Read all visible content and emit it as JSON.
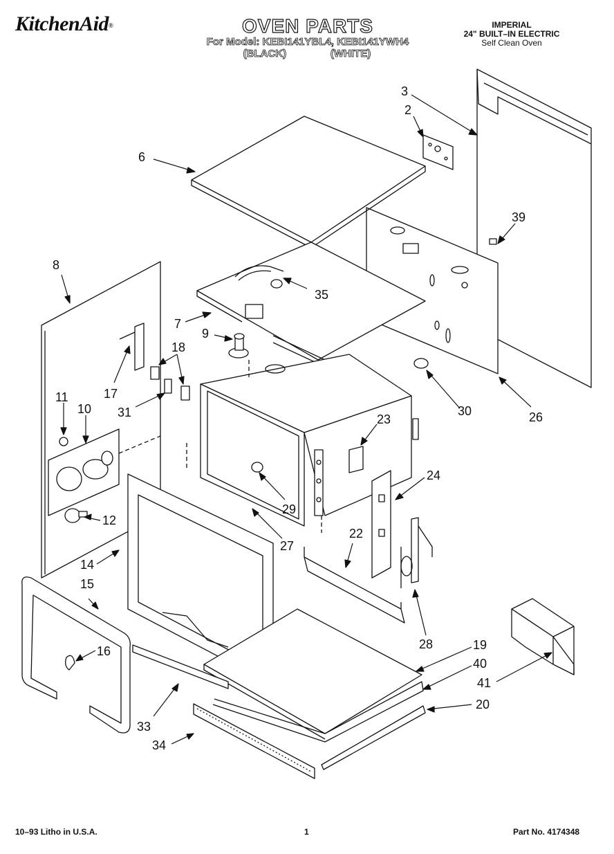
{
  "header": {
    "brand": "KitchenAid",
    "brand_mark": "®",
    "title": "OVEN PARTS",
    "model_line": "For Model: KEBI141YBL4, KEBI141YWH4",
    "variant_black": "(BLACK)",
    "variant_white": "(WHITE)",
    "spec_line1": "IMPERIAL",
    "spec_line2": "24\" BUILT–IN ELECTRIC",
    "spec_line3": "Self Clean Oven"
  },
  "footer": {
    "date_print": "10–93  Litho in U.S.A.",
    "page": "1",
    "part_no": "Part No. 4174348"
  },
  "callouts": {
    "c2": "2",
    "c3": "3",
    "c6": "6",
    "c7": "7",
    "c8": "8",
    "c9": "9",
    "c10": "10",
    "c11": "11",
    "c12": "12",
    "c14": "14",
    "c15": "15",
    "c16": "16",
    "c17": "17",
    "c18": "18",
    "c19": "19",
    "c20": "20",
    "c22": "22",
    "c23": "23",
    "c24": "24",
    "c26": "26",
    "c27": "27",
    "c28": "28",
    "c29": "29",
    "c30": "30",
    "c31": "31",
    "c33": "33",
    "c34": "34",
    "c35": "35",
    "c39": "39",
    "c40": "40",
    "c41": "41"
  }
}
